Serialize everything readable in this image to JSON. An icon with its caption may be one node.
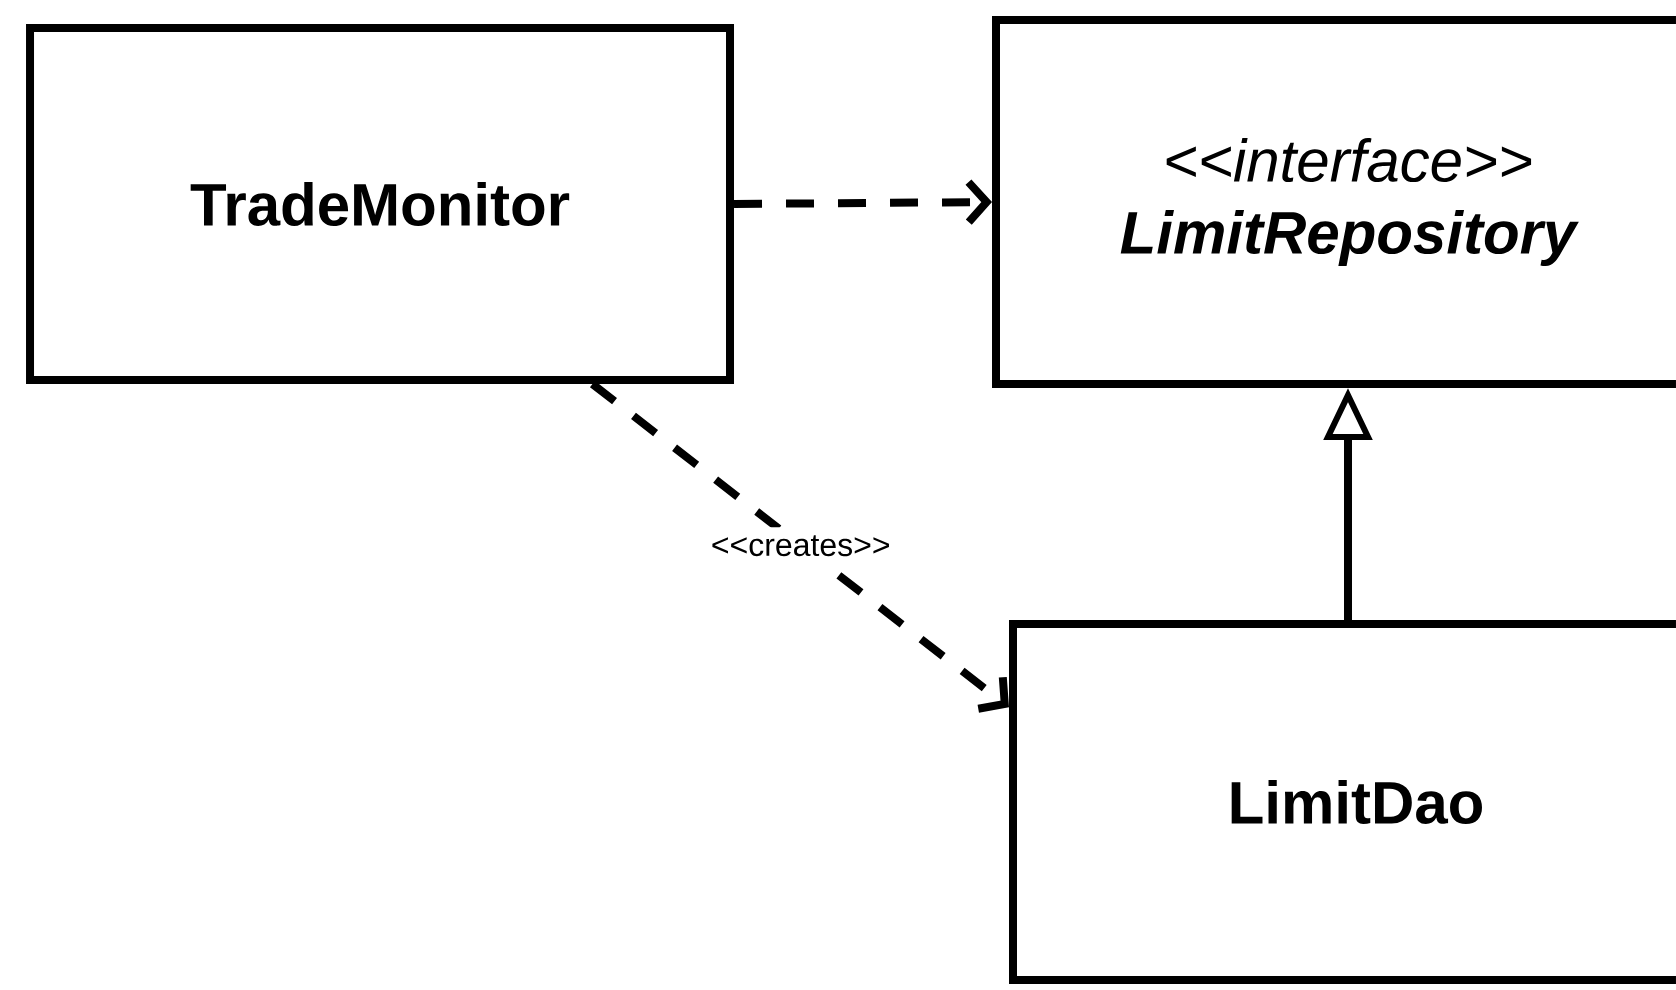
{
  "diagram": {
    "nodes": [
      {
        "text": [
          "TradeMonitor"
        ]
      },
      {
        "text": [
          "<<interface>>",
          "LimitRepository"
        ]
      },
      {
        "text": [
          "LimitDao"
        ]
      }
    ],
    "edges": [
      {
        "from": 0,
        "to": 1,
        "arrow": "to",
        "style": "dashed"
      },
      {
        "from": 0,
        "to": 2,
        "arrow": "to",
        "style": "dashed",
        "label": "<<creates>>"
      },
      {
        "from": 2,
        "to": 1,
        "arrow": "to"
      }
    ]
  }
}
